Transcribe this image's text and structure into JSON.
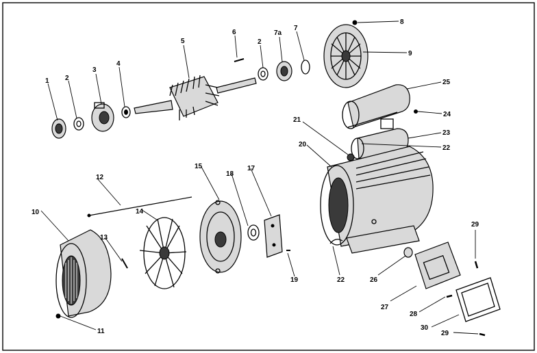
{
  "diagram": {
    "parts": [
      {
        "id": "bearing-1",
        "number": "1"
      },
      {
        "id": "washer-2a",
        "number": "2"
      },
      {
        "id": "endbell-3",
        "number": "3"
      },
      {
        "id": "washer-4",
        "number": "4"
      },
      {
        "id": "rotor-5",
        "number": "5"
      },
      {
        "id": "key-6",
        "number": "6"
      },
      {
        "id": "washer-2b",
        "number": "2"
      },
      {
        "id": "bearing-7a",
        "number": "7a"
      },
      {
        "id": "ring-7",
        "number": "7"
      },
      {
        "id": "screw-8",
        "number": "8"
      },
      {
        "id": "endshield-9",
        "number": "9"
      },
      {
        "id": "fan-cover-10",
        "number": "10"
      },
      {
        "id": "screw-11",
        "number": "11"
      },
      {
        "id": "thru-bolt-12",
        "number": "12"
      },
      {
        "id": "set-screw-13",
        "number": "13"
      },
      {
        "id": "fan-14",
        "number": "14"
      },
      {
        "id": "endbell-15",
        "number": "15"
      },
      {
        "id": "switch-17",
        "number": "17"
      },
      {
        "id": "washer-18",
        "number": "18"
      },
      {
        "id": "screw-19",
        "number": "19"
      },
      {
        "id": "stator-20",
        "number": "20"
      },
      {
        "id": "clamp-21",
        "number": "21"
      },
      {
        "id": "lead-22a",
        "number": "22"
      },
      {
        "id": "lead-22b",
        "number": "22"
      },
      {
        "id": "capacitor-23",
        "number": "23"
      },
      {
        "id": "screw-24",
        "number": "24"
      },
      {
        "id": "capacitor-cover-25",
        "number": "25"
      },
      {
        "id": "plug-26",
        "number": "26"
      },
      {
        "id": "box-27",
        "number": "27"
      },
      {
        "id": "screw-28",
        "number": "28"
      },
      {
        "id": "screw-29a",
        "number": "29"
      },
      {
        "id": "screw-29b",
        "number": "29"
      },
      {
        "id": "gasket-30",
        "number": "30"
      }
    ]
  }
}
